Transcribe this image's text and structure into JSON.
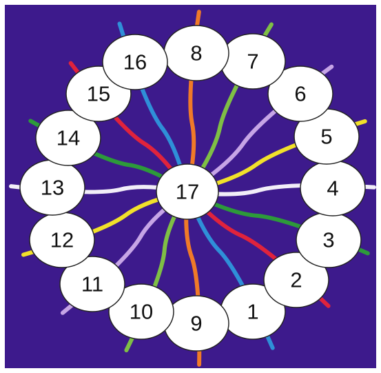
{
  "colors": {
    "background": "#3d1a8c",
    "frame": "#ffffff",
    "node_fill": "#ffffff",
    "node_stroke": "#222222"
  },
  "center": {
    "label": "17"
  },
  "nodes": [
    {
      "label": "1",
      "wire_color": "#2f8fd8",
      "wire": "blue-wire"
    },
    {
      "label": "2",
      "wire_color": "#e0233c",
      "wire": "red-wire"
    },
    {
      "label": "3",
      "wire_color": "#2d9a3a",
      "wire": "green-wire"
    },
    {
      "label": "4",
      "wire_color": "#f2eef8",
      "wire": "white-wire"
    },
    {
      "label": "5",
      "wire_color": "#f2e12a",
      "wire": "yellow-wire"
    },
    {
      "label": "6",
      "wire_color": "#c6a5e6",
      "wire": "lavender-wire"
    },
    {
      "label": "7",
      "wire_color": "#7fbf45",
      "wire": "green-wire"
    },
    {
      "label": "8",
      "wire_color": "#f07a28",
      "wire": "orange-wire"
    },
    {
      "label": "9",
      "wire_color": "#f07a28",
      "wire": "orange-wire"
    },
    {
      "label": "10",
      "wire_color": "#7fbf45",
      "wire": "green-wire"
    },
    {
      "label": "11",
      "wire_color": "#c6a5e6",
      "wire": "lavender-wire"
    },
    {
      "label": "12",
      "wire_color": "#f2e12a",
      "wire": "yellow-wire"
    },
    {
      "label": "13",
      "wire_color": "#f2eef8",
      "wire": "white-wire"
    },
    {
      "label": "14",
      "wire_color": "#2d9a3a",
      "wire": "green-wire"
    },
    {
      "label": "15",
      "wire_color": "#e0233c",
      "wire": "red-wire"
    },
    {
      "label": "16",
      "wire_color": "#2f8fd8",
      "wire": "blue-wire"
    }
  ]
}
